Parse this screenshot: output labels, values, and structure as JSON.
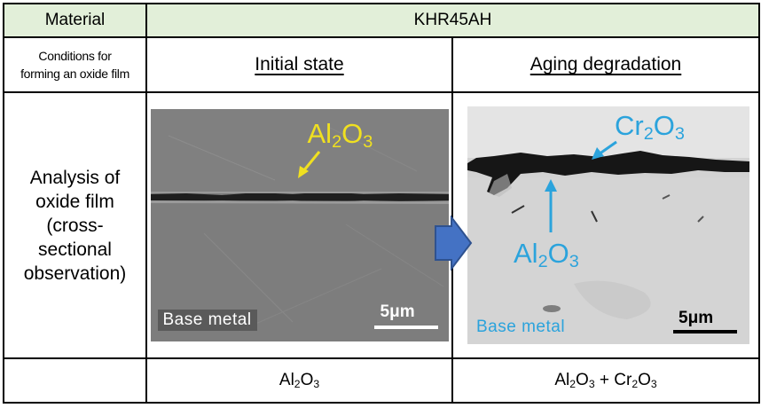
{
  "header": {
    "material_label": "Material",
    "material_value": "KHR45AH"
  },
  "conditions": {
    "label_line1": "Conditions for",
    "label_line2": "forming an oxide film",
    "col1_title": "Initial state",
    "col2_title": "Aging degradation"
  },
  "analysis": {
    "line1": "Analysis of",
    "line2": "oxide film",
    "line3": "(cross-",
    "line4": "sectional",
    "line5": "observation)"
  },
  "images": {
    "left": {
      "oxide_label": {
        "base": "Al",
        "sub1": "2",
        "mid": "O",
        "sub2": "3"
      },
      "base_metal_label": "Base metal",
      "scale_label": "5μm",
      "label_color": "#f0e020"
    },
    "right": {
      "cr_label": {
        "base": "Cr",
        "sub1": "2",
        "mid": "O",
        "sub2": "3"
      },
      "al_label": {
        "base": "Al",
        "sub1": "2",
        "mid": "O",
        "sub2": "3"
      },
      "base_metal_label": "Base metal",
      "scale_label": "5μm",
      "label_color": "#2ba3dc"
    },
    "transition_arrow_color": "#4472c4"
  },
  "results": {
    "left": {
      "a": "Al",
      "a_sub1": "2",
      "a_mid": "O",
      "a_sub2": "3"
    },
    "right": {
      "a": "Al",
      "a_sub1": "2",
      "a_mid": "O",
      "a_sub2": "3",
      "plus": " + ",
      "b": "Cr",
      "b_sub1": "2",
      "b_mid": "O",
      "b_sub2": "3"
    }
  }
}
